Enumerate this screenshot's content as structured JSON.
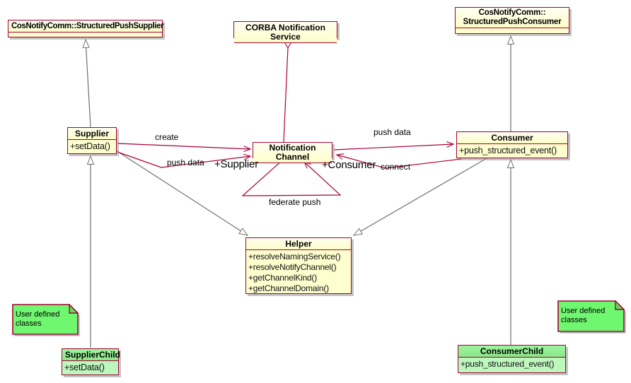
{
  "diagram_type": "uml-class-diagram",
  "colors": {
    "class_border": "#A80036",
    "class_fill": "#FEFECE",
    "child_class_fill": "#BDF7BD",
    "child_class_title_fill": "#8AE88A",
    "note_fill": "#6FF76F",
    "association_line": "#A80036",
    "generalization_line": "#707070"
  },
  "classes": {
    "structured_push_supplier": {
      "title": "CosNotifyComm::StructuredPushSupplier"
    },
    "corba_notification_service": {
      "title": "CORBA Notification Service"
    },
    "structured_push_consumer": {
      "title_lines": [
        "CosNotifyComm::",
        "StructuredPushConsumer"
      ]
    },
    "supplier": {
      "title": "Supplier",
      "methods": [
        "+setData()"
      ]
    },
    "notification_channel": {
      "title": "Notification Channel"
    },
    "consumer": {
      "title": "Consumer",
      "methods": [
        "+push_structured_event()"
      ]
    },
    "helper": {
      "title": "Helper",
      "methods": [
        "+resolveNamingService()",
        "+resolveNotifyChannel()",
        "+getChannelKind()",
        "+getChannelDomain()"
      ]
    },
    "supplier_child": {
      "title": "SupplierChild",
      "methods": [
        "+setData()"
      ]
    },
    "consumer_child": {
      "title": "ConsumerChild",
      "methods": [
        "+push_structured_event()"
      ]
    }
  },
  "notes": {
    "left": {
      "lines": [
        "User defined",
        "classes"
      ]
    },
    "right": {
      "lines": [
        "User defined",
        "classes"
      ]
    }
  },
  "edge_labels": {
    "create": "create",
    "push_data_supplier": "push data",
    "supplier_role": "+Supplier",
    "push_data_consumer": "push data",
    "consumer_role": "+Consumer",
    "connect": "connect",
    "federate_push": "federate push"
  }
}
